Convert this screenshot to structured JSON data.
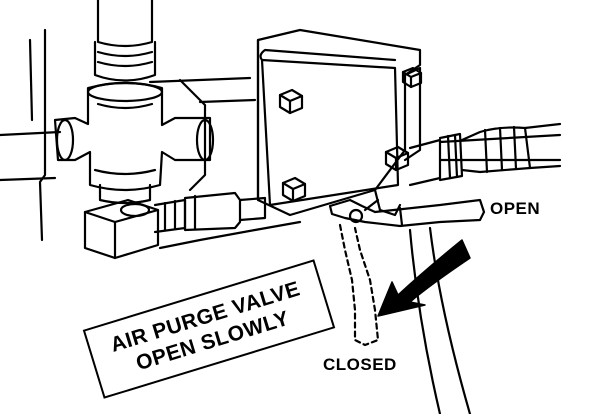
{
  "labels": {
    "open": "OPEN",
    "closed": "CLOSED"
  },
  "sign": {
    "line1": "AIR PURGE VALVE",
    "line2": "OPEN SLOWLY"
  },
  "colors": {
    "ink": "#000000",
    "paper": "#ffffff"
  }
}
